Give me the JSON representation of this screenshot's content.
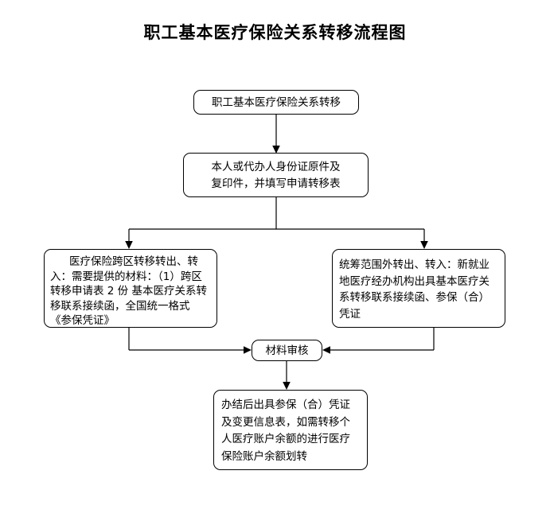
{
  "page": {
    "title": "职工基本医疗保险关系转移流程图",
    "background_color": "#ffffff",
    "line_color": "#000000",
    "text_color": "#000000"
  },
  "chart_data": {
    "type": "diagram",
    "diagram_kind": "flowchart",
    "title": "职工基本医疗保险关系转移流程图",
    "orientation": "top-to-bottom",
    "nodes": [
      {
        "id": "start",
        "shape": "rounded-rectangle",
        "text": "职工基本医疗保险关系转移",
        "align": "center"
      },
      {
        "id": "docs",
        "shape": "rounded-rectangle",
        "text": "本人或代办人身份证原件及\n复印件，并填写申请转移表",
        "align": "center"
      },
      {
        "id": "left-branch",
        "shape": "rounded-rectangle",
        "text": "医疗保险跨区转移转出、转入：需要提供的材料：（1）跨区转移申请表 2 份 基本医疗关系转移联系接续函，全国统一格式《参保凭证》",
        "align": "left"
      },
      {
        "id": "right-branch",
        "shape": "rounded-rectangle",
        "text": "统筹范围外转出、转入：新就业地医疗经办机构出具基本医疗关系转移联系接续函、参保（合）凭证",
        "align": "left"
      },
      {
        "id": "review",
        "shape": "rounded-rectangle",
        "text": "材料审核",
        "align": "center"
      },
      {
        "id": "result",
        "shape": "rounded-rectangle",
        "text": "办结后出具参保（合）凭证及变更信息表，如需转移个人医疗账户余额的进行医疗保险账户余额划转",
        "align": "left"
      }
    ],
    "edges": [
      {
        "from": "start",
        "to": "docs",
        "style": "solid",
        "arrow": "end"
      },
      {
        "from": "docs",
        "to": "left-branch",
        "style": "solid",
        "arrow": "end"
      },
      {
        "from": "docs",
        "to": "right-branch",
        "style": "solid",
        "arrow": "end"
      },
      {
        "from": "left-branch",
        "to": "review",
        "style": "solid",
        "arrow": "end"
      },
      {
        "from": "right-branch",
        "to": "review",
        "style": "solid",
        "arrow": "end"
      },
      {
        "from": "review",
        "to": "result",
        "style": "solid",
        "arrow": "end"
      }
    ]
  },
  "nodes": {
    "start": {
      "text": "职工基本医疗保险关系转移"
    },
    "docs": {
      "text": "本人或代办人身份证原件及\n复印件，并填写申请转移表"
    },
    "left_branch": {
      "text": "医疗保险跨区转移转出、转入：需要提供的材料：（1）跨区转移申请表 2 份 基本医疗关系转移联系接续函，全国统一格式《参保凭证》"
    },
    "right_branch": {
      "text": "统筹范围外转出、转入：新就业地医疗经办机构出具基本医疗关系转移联系接续函、参保（合）凭证"
    },
    "review": {
      "text": "材料审核"
    },
    "result": {
      "text": "办结后出具参保（合）凭证及变更信息表，如需转移个人医疗账户余额的进行医疗保险账户余额划转"
    }
  }
}
